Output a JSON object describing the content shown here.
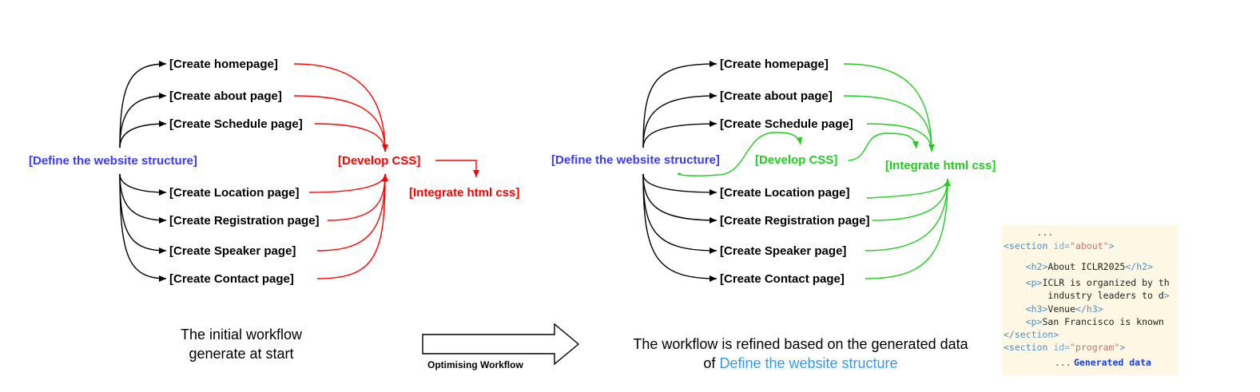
{
  "left": {
    "root": "[Define the website structure]",
    "pages": [
      "[Create homepage]",
      "[Create about page]",
      "[Create Schedule page]",
      "[Create Location page]",
      "[Create Registration page]",
      "[Create Speaker page]",
      "[Create Contact page]"
    ],
    "css": "[Develop CSS]",
    "integrate": "[Integrate html css]",
    "caption_line1": "The initial workflow",
    "caption_line2": "generate at start"
  },
  "transition": {
    "arrow_label": "Optimising Workflow"
  },
  "right": {
    "root": "[Define the website structure]",
    "pages": [
      "[Create homepage]",
      "[Create about page]",
      "[Create Schedule page]",
      "[Create Location page]",
      "[Create Registration page]",
      "[Create Speaker page]",
      "[Create Contact page]"
    ],
    "css": "[Develop CSS]",
    "integrate": "[Integrate html css]",
    "caption_line1": "The workflow is refined based on the generated data",
    "caption_line2_prefix": "of ",
    "caption_line2_link": "Define the website structure"
  },
  "code_panel": {
    "lines": [
      {
        "indent": "      ",
        "parts": [
          {
            "t": "...",
            "c": "#555555"
          }
        ]
      },
      {
        "indent": "",
        "parts": [
          {
            "t": "<section ",
            "c": "#4a90c8"
          },
          {
            "t": "id=",
            "c": "#7aa8c8"
          },
          {
            "t": "\"about\"",
            "c": "#c07878"
          },
          {
            "t": ">",
            "c": "#4a90c8"
          }
        ]
      },
      {
        "indent": "",
        "parts": []
      },
      {
        "indent": "    ",
        "parts": [
          {
            "t": "<h2>",
            "c": "#4a90c8"
          },
          {
            "t": "About ICLR2025",
            "c": "#222222"
          },
          {
            "t": "</h2>",
            "c": "#4a90c8"
          }
        ]
      },
      {
        "indent": "",
        "parts": []
      },
      {
        "indent": "    ",
        "parts": [
          {
            "t": "<p>",
            "c": "#4a90c8"
          },
          {
            "t": "ICLR is organized by th",
            "c": "#222222"
          }
        ]
      },
      {
        "indent": "        ",
        "parts": [
          {
            "t": "industry leaders to d",
            "c": "#222222"
          },
          {
            "t": ">",
            "c": "#4a90c8"
          }
        ]
      },
      {
        "indent": "    ",
        "parts": [
          {
            "t": "<h3>",
            "c": "#4a90c8"
          },
          {
            "t": "Venue",
            "c": "#222222"
          },
          {
            "t": "</h3>",
            "c": "#4a90c8"
          }
        ]
      },
      {
        "indent": "    ",
        "parts": [
          {
            "t": "<p>",
            "c": "#4a90c8"
          },
          {
            "t": "San Francisco is known",
            "c": "#222222"
          }
        ]
      },
      {
        "indent": "",
        "parts": [
          {
            "t": "</section>",
            "c": "#4a90c8"
          }
        ]
      },
      {
        "indent": "",
        "parts": [
          {
            "t": "<section ",
            "c": "#4a90c8"
          },
          {
            "t": "id=",
            "c": "#7aa8c8"
          },
          {
            "t": "\"program\"",
            "c": "#c07878"
          },
          {
            "t": ">",
            "c": "#4a90c8"
          }
        ]
      }
    ],
    "footer_dots": "...",
    "footer_label": "Generated data"
  },
  "colors": {
    "root_blue": "#3a3aff",
    "left_accent": "#ff0000",
    "right_accent": "#22cc22",
    "link_blue": "#3399ee",
    "code_bg": "#fdf7e3",
    "code_label": "#1a3fd8"
  }
}
